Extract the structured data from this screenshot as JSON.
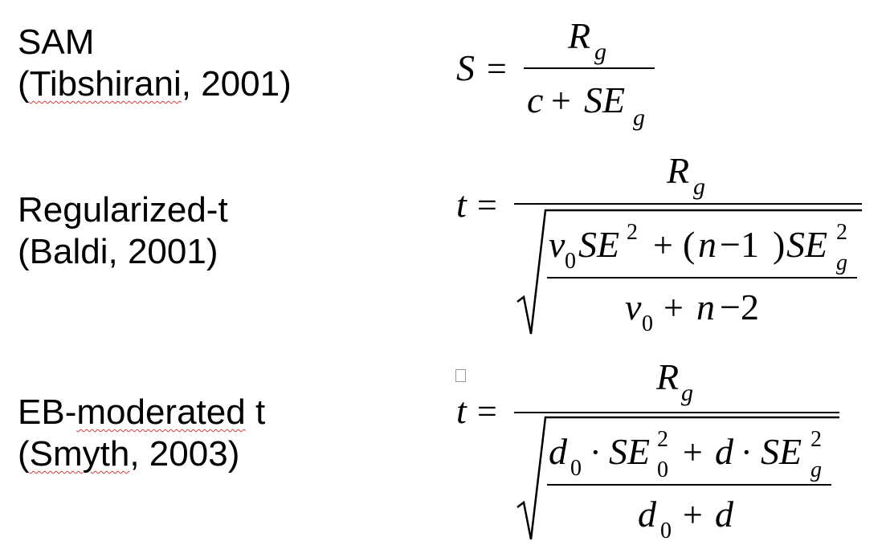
{
  "methods": [
    {
      "name": "SAM",
      "citation_open": "(",
      "citation_author": "Tibshirani",
      "citation_rest": ", 2001)",
      "formula": {
        "lhs": "S",
        "eq": "=",
        "numerator": "R",
        "numerator_sub": "g",
        "denom_c": "c",
        "denom_plus": "+",
        "denom_se": "SE",
        "denom_se_sub": "g"
      }
    },
    {
      "name": "Regularized-t",
      "citation": "(Baldi, 2001)",
      "formula": {
        "lhs": "t",
        "eq": "=",
        "numerator": "R",
        "numerator_sub": "g",
        "inner_num": {
          "v": "v",
          "v_sub": "0",
          "se1": "SE",
          "se1_sup": "2",
          "plus": "+",
          "paren_open": "(",
          "n": "n",
          "minus_one": "−1",
          "paren_close": ")",
          "se2": "SE",
          "se2_sup": "2",
          "se2_sub": "g"
        },
        "inner_den": {
          "v": "v",
          "v_sub": "0",
          "plus": "+",
          "n": "n",
          "minus_two": "−2"
        }
      }
    },
    {
      "name_main": "EB-",
      "name_sq": "moderated",
      "name_tail": " t",
      "citation_open": "(",
      "citation_author": "Smyth",
      "citation_rest": ", 2003)",
      "formula": {
        "lhs": "t",
        "eq": "=",
        "numerator": "R",
        "numerator_sub": "g",
        "inner_num": {
          "d0": "d",
          "d0_sub": "0",
          "dot1": "·",
          "se1": "SE",
          "se1_sup": "2",
          "se1_sub": "0",
          "plus": "+",
          "d": "d",
          "dot2": "·",
          "se2": "SE",
          "se2_sup": "2",
          "se2_sub": "g"
        },
        "inner_den": {
          "d0": "d",
          "d0_sub": "0",
          "plus": "+",
          "d": "d"
        }
      }
    }
  ]
}
